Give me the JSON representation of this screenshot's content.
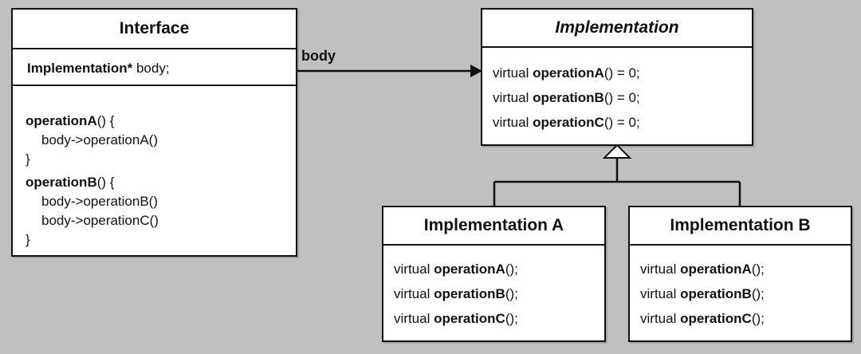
{
  "interface_box": {
    "title": "Interface",
    "field": {
      "type": "Implementation*",
      "name": " body;"
    },
    "methods": [
      {
        "name": "operationA",
        "open": "() {",
        "body": [
          "body->operationA()"
        ],
        "close": "}"
      },
      {
        "name": "operationB",
        "open": "() {",
        "body": [
          "body->operationB()",
          "body->operationC()"
        ],
        "close": "}"
      }
    ]
  },
  "association": {
    "label": "body"
  },
  "implementation_box": {
    "title": "Implementation",
    "lines": [
      {
        "prefix": "virtual ",
        "name": "operationA",
        "suffix": "() = 0;"
      },
      {
        "prefix": "virtual ",
        "name": "operationB",
        "suffix": "() = 0;"
      },
      {
        "prefix": "virtual ",
        "name": "operationC",
        "suffix": "() = 0;"
      }
    ]
  },
  "impl_a_box": {
    "title": "Implementation A",
    "lines": [
      {
        "prefix": "virtual ",
        "name": "operationA",
        "suffix": "();"
      },
      {
        "prefix": "virtual ",
        "name": "operationB",
        "suffix": "();"
      },
      {
        "prefix": "virtual ",
        "name": "operationC",
        "suffix": "();"
      }
    ]
  },
  "impl_b_box": {
    "title": "Implementation B",
    "lines": [
      {
        "prefix": "virtual ",
        "name": "operationA",
        "suffix": "();"
      },
      {
        "prefix": "virtual ",
        "name": "operationB",
        "suffix": "();"
      },
      {
        "prefix": "virtual ",
        "name": "operationC",
        "suffix": "();"
      }
    ]
  },
  "colors": {
    "background": "#c0c0c0",
    "box_fill": "#ffffff",
    "stroke": "#111111"
  }
}
